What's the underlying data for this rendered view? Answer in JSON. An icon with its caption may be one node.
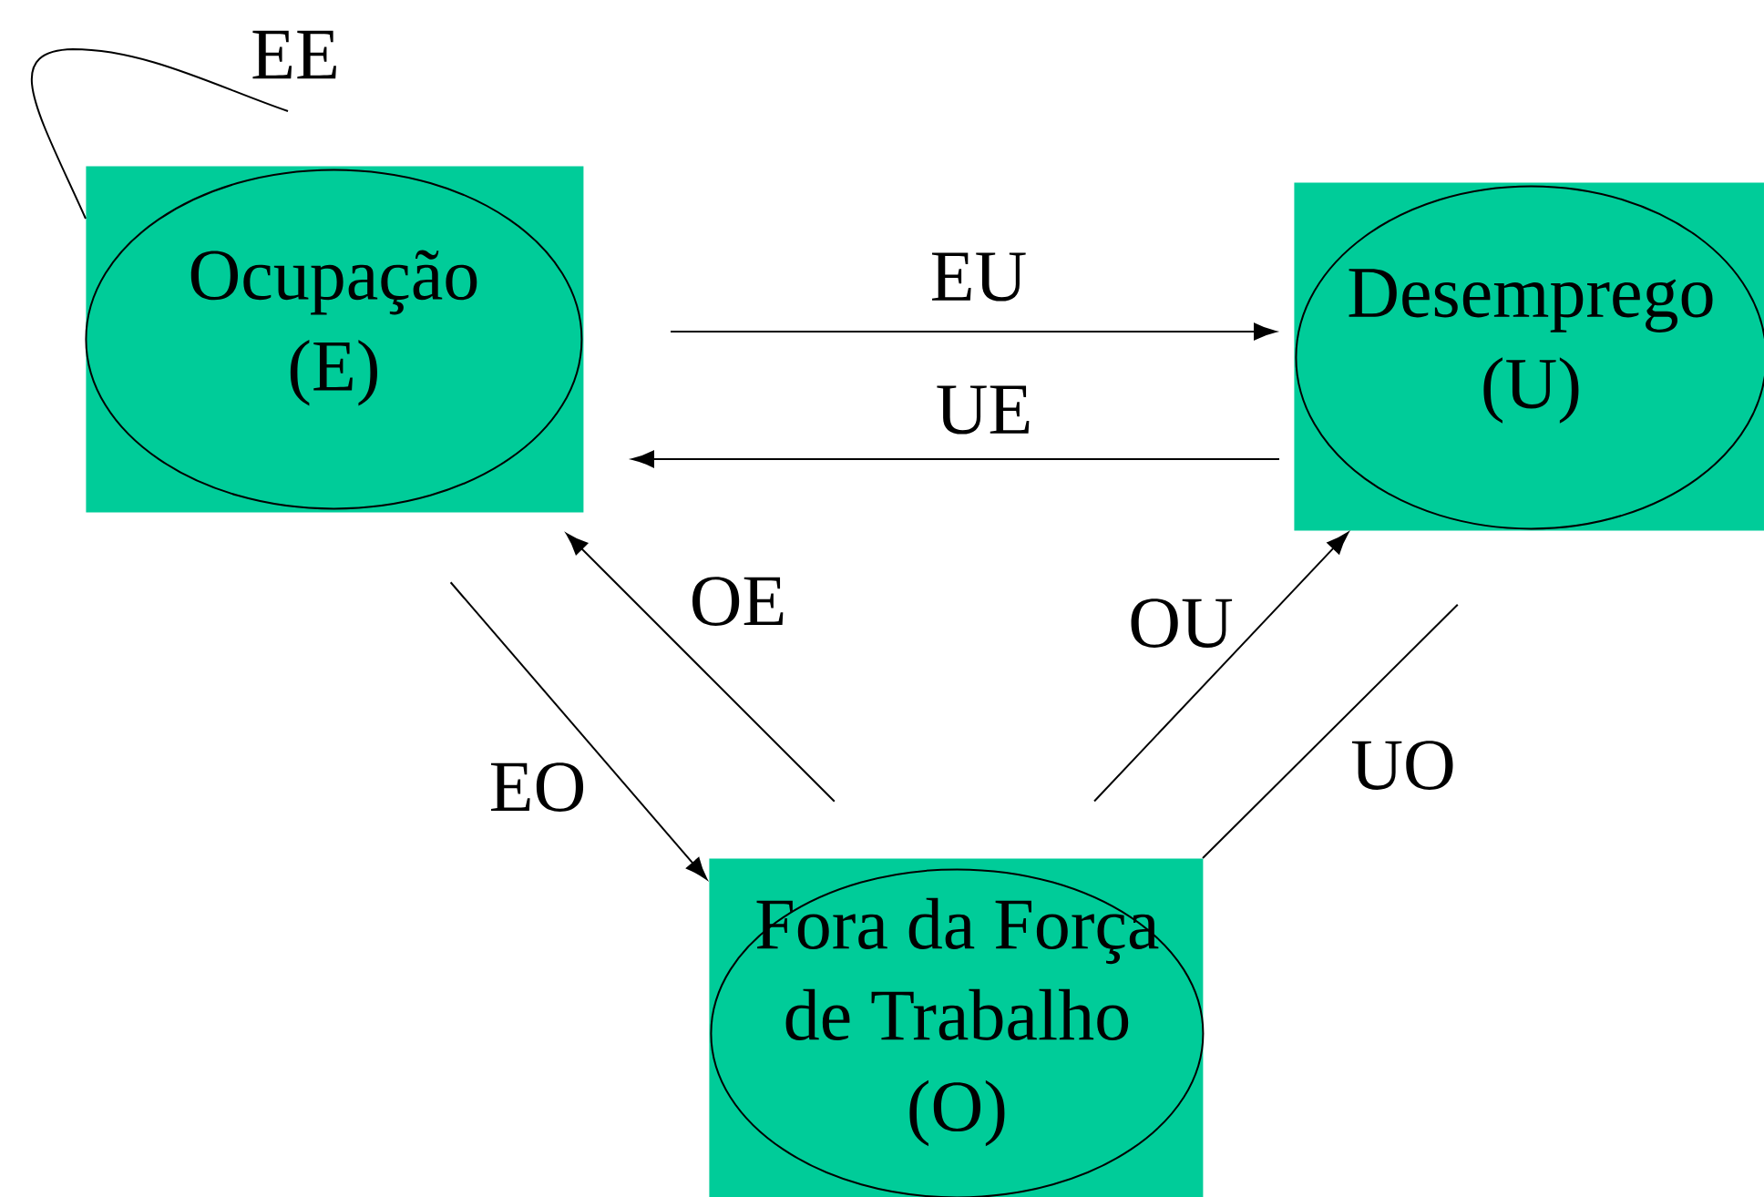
{
  "diagram": {
    "nodes": [
      {
        "text": [],
        "shape": "box"
      },
      {
        "text": [
          "Ocupação (E)"
        ],
        "in": 0
      },
      {
        "text": [],
        "shape": "box"
      },
      {
        "text": [
          "Desemprego (U)"
        ],
        "in": 2
      },
      {
        "text": [],
        "shape": "box"
      },
      {
        "text": [
          "Fora da Força de Trabalho (O)"
        ],
        "in": 4
      }
    ],
    "edges": [
      {
        "from": 0,
        "to": null,
        "arrow": "none",
        "label": "EE"
      },
      {
        "from": 0,
        "to": 2,
        "arrow": "to",
        "label": "EU"
      },
      {
        "from": 2,
        "to": 0,
        "arrow": "to",
        "label": "UE"
      },
      {
        "from": 4,
        "to": 0,
        "arrow": "to",
        "label": "OE"
      },
      {
        "from": 0,
        "to": 4,
        "arrow": "to",
        "label": "EO"
      },
      {
        "from": 4,
        "to": 2,
        "arrow": "to",
        "label": "OU"
      },
      {
        "from": 2,
        "to": 4,
        "arrow": "none",
        "label": "UO"
      }
    ]
  }
}
